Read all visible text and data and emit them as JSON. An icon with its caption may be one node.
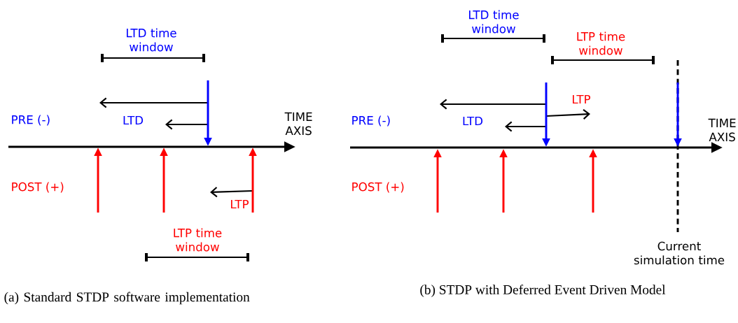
{
  "diagram": {
    "labels": [
      "LTD time window",
      "PRE (-)",
      "LTD",
      "TIME AXIS",
      "POST (+)",
      "LTP",
      "LTP time window",
      "LTD time window",
      "LTP time window",
      "LTP",
      "PRE (-)",
      "LTD",
      "TIME AXIS",
      "POST (+)",
      "Current simulation time",
      "(a)  Standard STDP software implementation",
      "(b)  STDP with Deferred Event Driven Model"
    ]
  }
}
